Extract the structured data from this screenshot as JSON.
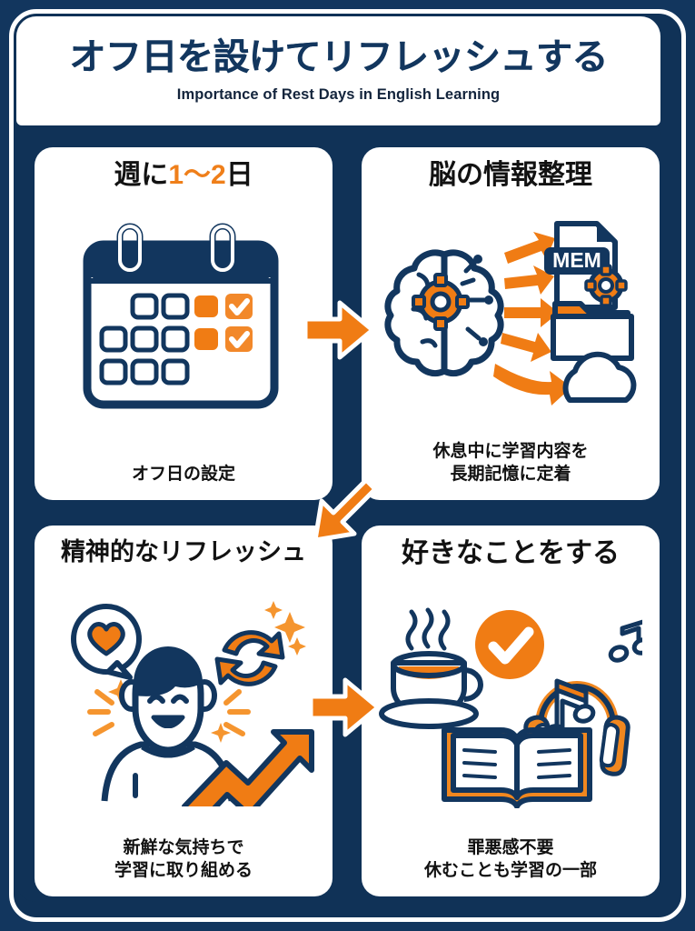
{
  "header": {
    "title": "オフ日を設けてリフレッシュする",
    "subtitle": "Importance of Rest Days in English Learning"
  },
  "colors": {
    "navy": "#12365e",
    "navy_deep": "#103257",
    "orange": "#ef7f1a",
    "white": "#ffffff",
    "text_black": "#121212"
  },
  "cards": [
    {
      "id": "rest-days-per-week",
      "title_pre": "週に",
      "title_highlight": "1〜2",
      "title_post": "日",
      "caption": "オフ日の設定",
      "icon": "calendar-icon",
      "calendar": {
        "rows": [
          [
            "empty",
            "empty",
            "filled",
            "checked"
          ],
          [
            "empty",
            "empty",
            "empty",
            "filled",
            "checked"
          ],
          [
            "empty",
            "empty",
            "empty"
          ]
        ]
      }
    },
    {
      "id": "brain-organizes-info",
      "title": "脳の情報整理",
      "caption": "休息中に学習内容を\n長期記憶に定着",
      "icon": "brain-memory-icon",
      "file_label": "MEM",
      "targets": [
        "mem-file-icon",
        "folder-icon",
        "cloud-icon"
      ],
      "arrow_count": 5
    },
    {
      "id": "mental-refresh",
      "title": "精神的なリフレッシュ",
      "caption": "新鮮な気持ちで\n学習に取り組める",
      "icon": "happy-person-icon",
      "sub_icons": [
        "heart-bubble-icon",
        "refresh-cycle-icon",
        "sparkle-icon",
        "growth-arrow-icon"
      ]
    },
    {
      "id": "do-what-you-like",
      "title": "好きなことをする",
      "caption": "罪悪感不要\n休むことも学習の一部",
      "icon": "leisure-icon",
      "sub_icons": [
        "coffee-cup-icon",
        "check-circle-icon",
        "headphones-icon",
        "music-note-icon",
        "open-book-icon"
      ]
    }
  ],
  "connectors": [
    {
      "id": "connector-1",
      "direction": "right",
      "from": "rest-days-per-week",
      "to": "brain-organizes-info"
    },
    {
      "id": "connector-2",
      "direction": "down-left",
      "from": "brain-organizes-info",
      "to": "mental-refresh"
    },
    {
      "id": "connector-3",
      "direction": "right",
      "from": "mental-refresh",
      "to": "do-what-you-like"
    }
  ]
}
